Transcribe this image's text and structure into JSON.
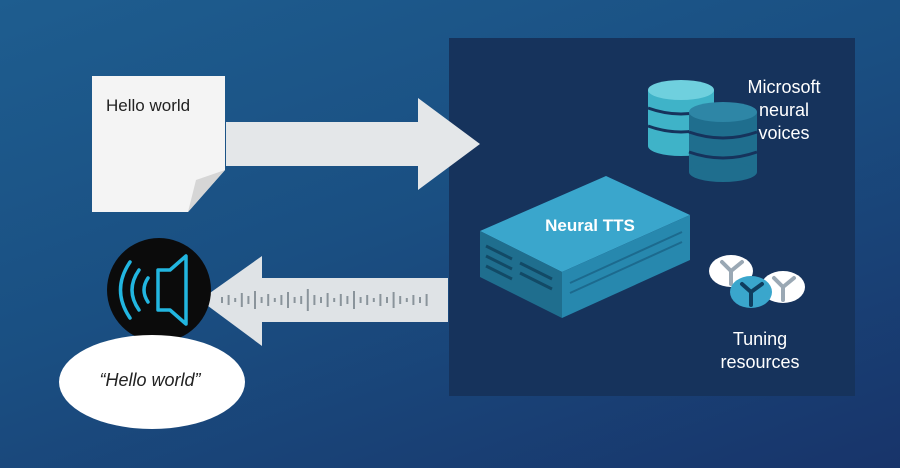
{
  "input_note": {
    "text": "Hello world"
  },
  "output_bubble": {
    "text": "“Hello world”"
  },
  "engine": {
    "label": "Neural TTS"
  },
  "voices": {
    "label_lines": [
      "Microsoft",
      "neural",
      "voices"
    ]
  },
  "tuning": {
    "label_lines": [
      "Tuning",
      "resources"
    ]
  },
  "icons": {
    "input_document": "document-icon",
    "input_arrow": "arrow-right-icon",
    "output_arrow": "arrow-left-waveform-icon",
    "speaker": "speaker-icon",
    "database": "database-icon",
    "server": "server-icon",
    "tuning": "tuning-knobs-icon"
  },
  "colors": {
    "panel": "#16335c",
    "db_light": "#3fb3c8",
    "db_dark": "#1f6e8e",
    "server_top": "#3aa6cc",
    "speaker_accent": "#22b6e0"
  }
}
